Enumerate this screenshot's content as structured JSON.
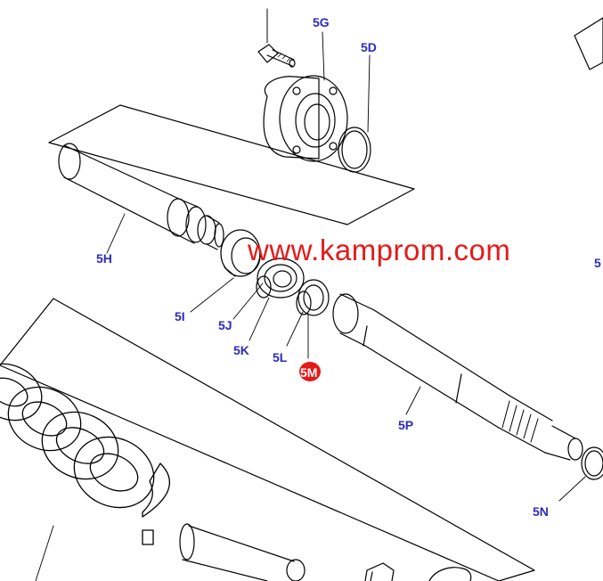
{
  "watermark": "www.kamprom.com",
  "callouts": {
    "p5G": "5G",
    "p5D": "5D",
    "p5H": "5H",
    "p5I": "5I",
    "p5J": "5J",
    "p5K": "5K",
    "p5L": "5L",
    "p5M": "5M",
    "p5P": "5P",
    "p5N": "5N",
    "p5edge": "5"
  },
  "colors": {
    "callout": "#2b2bbf",
    "highlight": "#e51a1a",
    "line": "#000000"
  }
}
